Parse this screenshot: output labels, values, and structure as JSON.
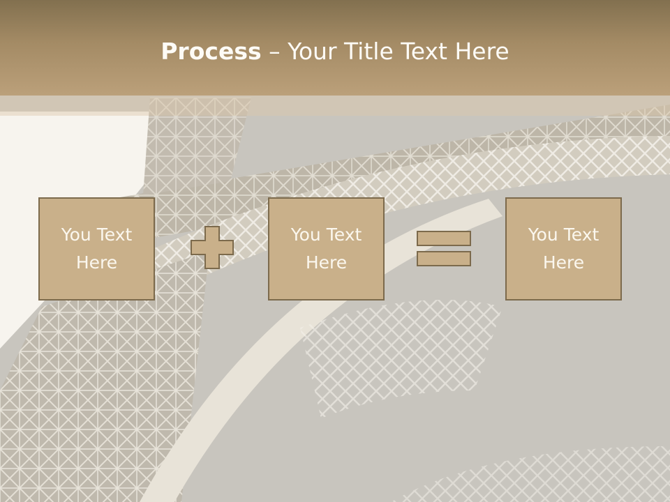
{
  "slide": {
    "title_bold": "Process",
    "title_rest": " – Your Title Text Here",
    "boxes": [
      {
        "text": "You Text Here"
      },
      {
        "text": "You Text Here"
      },
      {
        "text": "You Text Here"
      }
    ],
    "operators": [
      "plus-icon",
      "equals-icon"
    ]
  },
  "colors": {
    "title_bar": "#a48b65",
    "box_fill": "#c9b08a",
    "box_border": "#7c6a4c",
    "text_light": "#fbf7ee",
    "background": "#c9c6c0"
  }
}
